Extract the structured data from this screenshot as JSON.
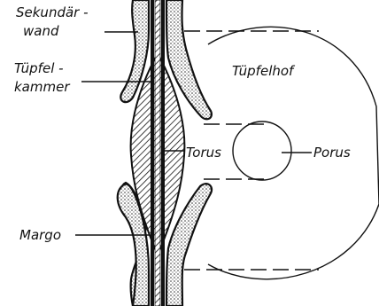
{
  "labels": {
    "sekundaerwand_1": "Sekundär -",
    "sekundaerwand_2": "wand",
    "tuepfelkammer_1": "Tüpfel -",
    "tuepfelkammer_2": "kammer",
    "tuepfelhof": "Tüpfelhof",
    "torus": "Torus",
    "porus": "Porus",
    "margo": "Margo"
  }
}
